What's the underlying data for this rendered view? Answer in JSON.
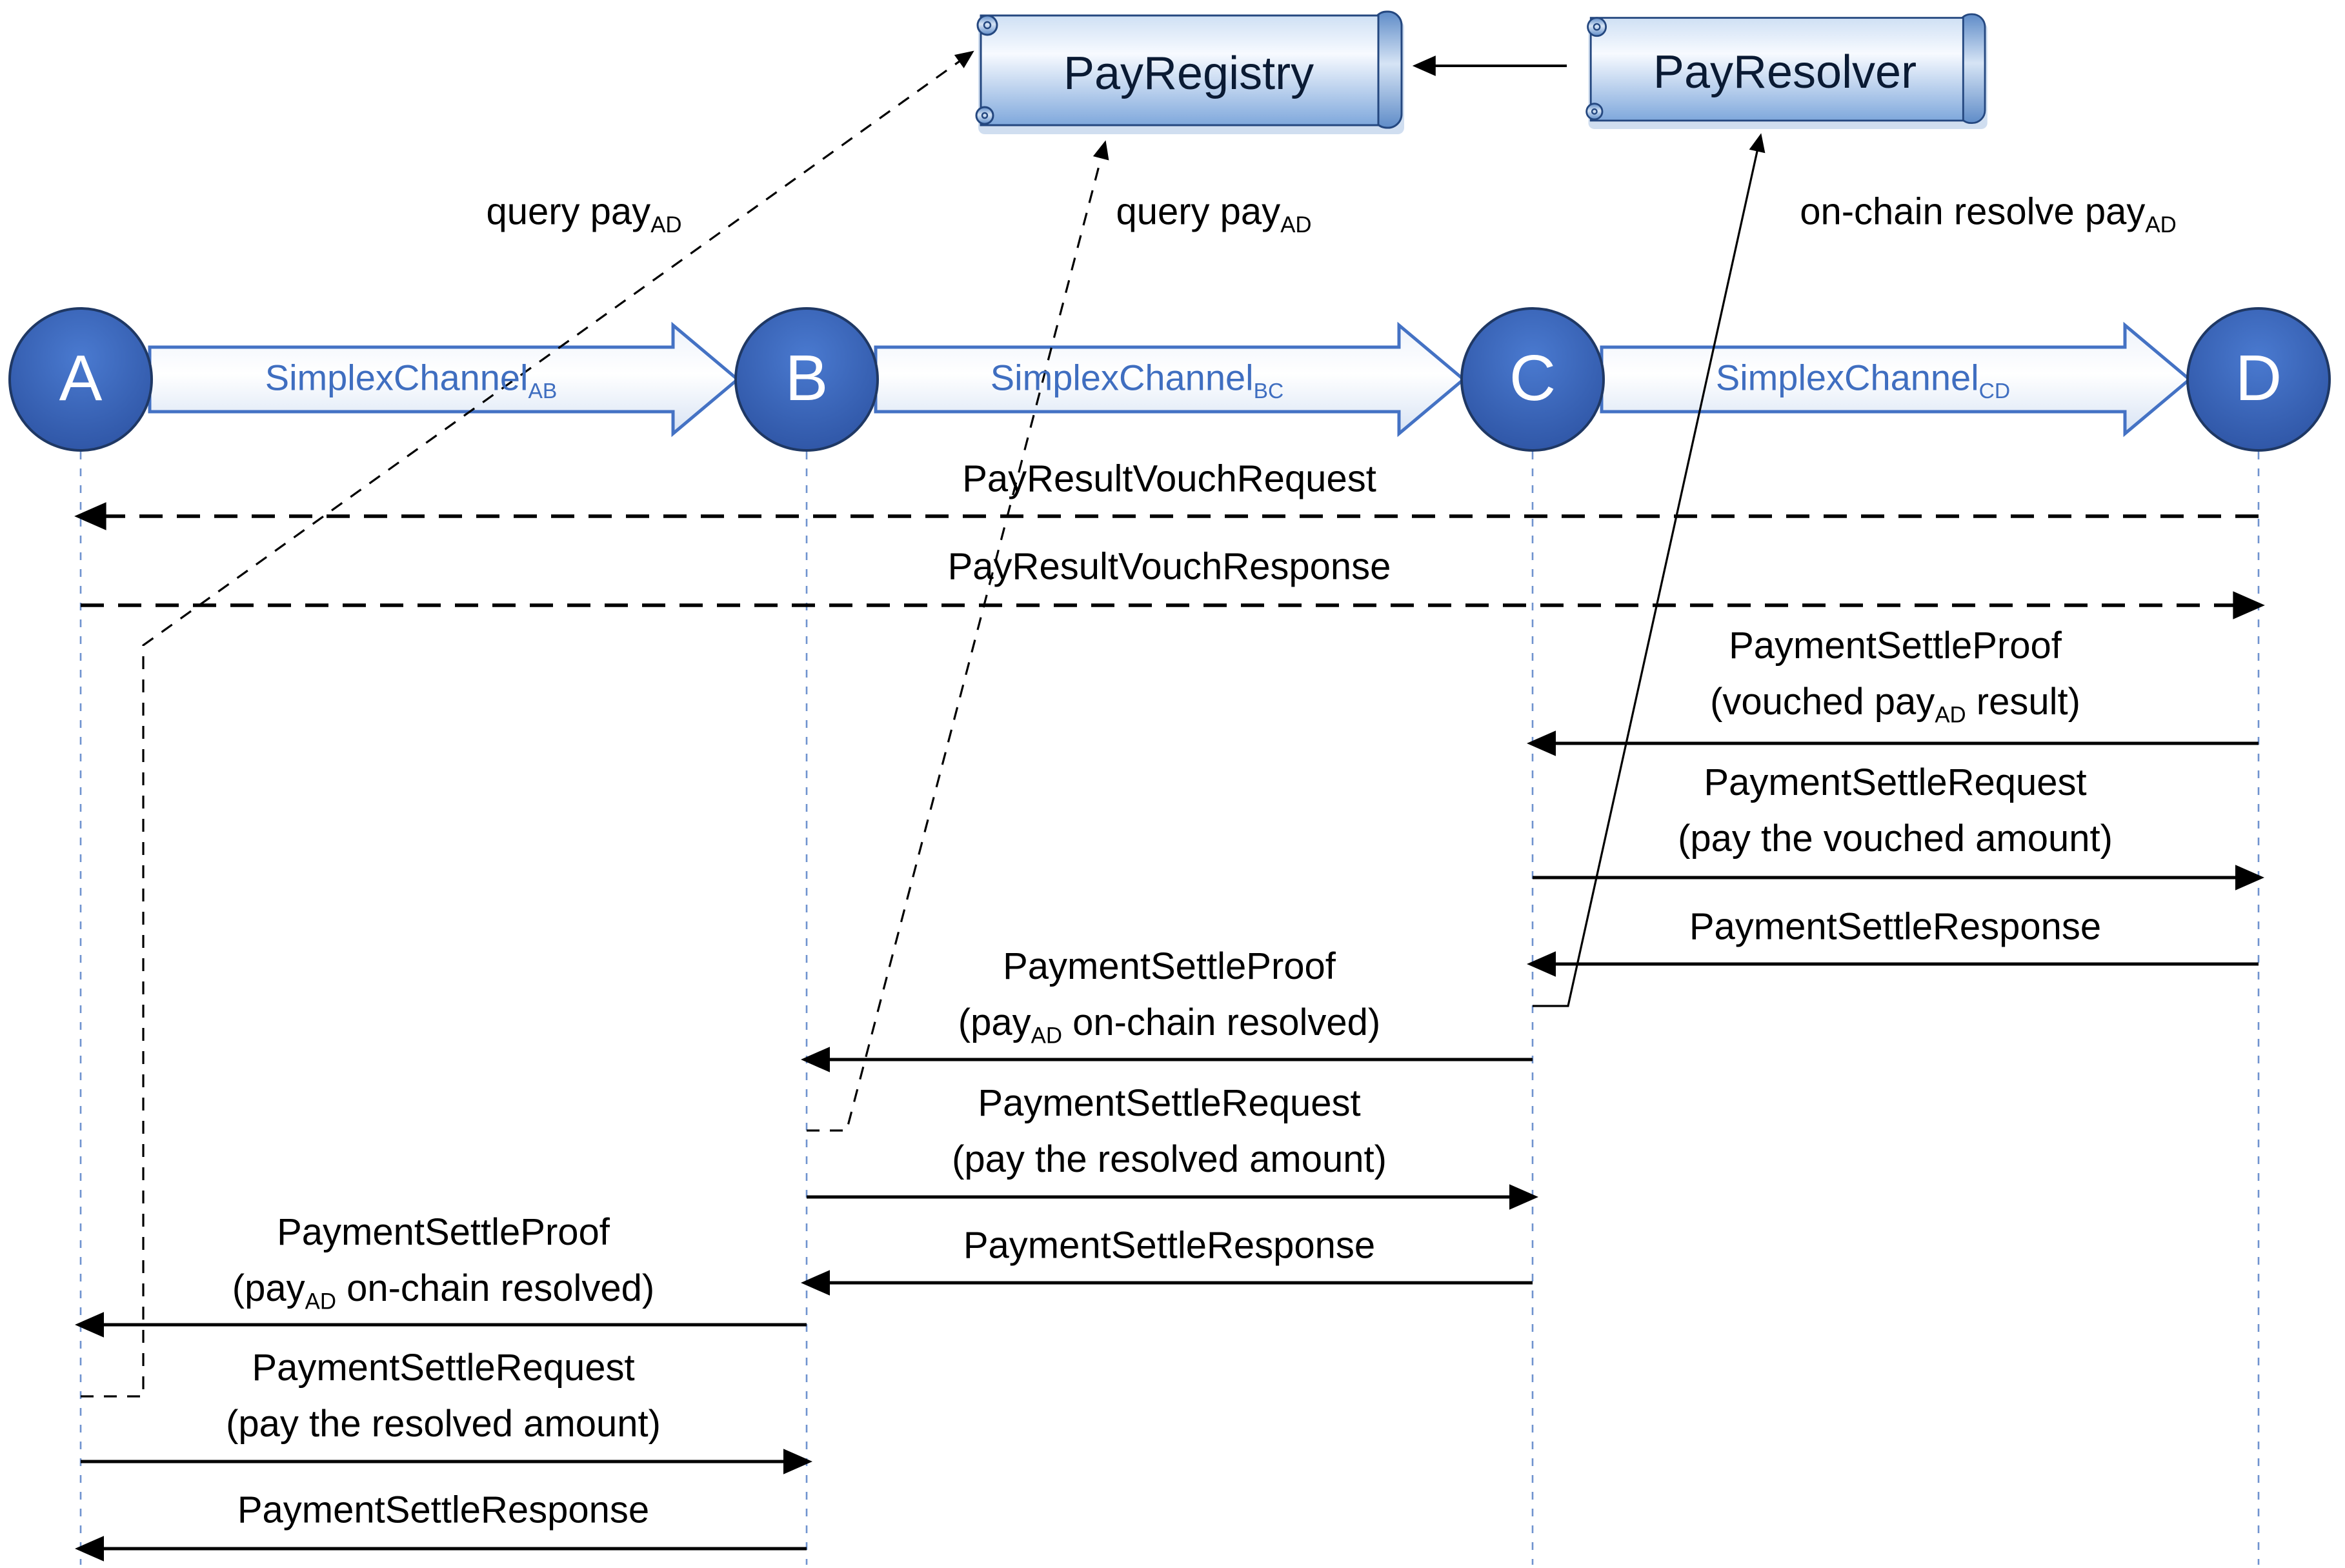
{
  "scrolls": {
    "registry": {
      "title": "PayRegistry"
    },
    "resolver": {
      "title": "PayResolver"
    }
  },
  "nodes": [
    {
      "label": "A"
    },
    {
      "label": "B"
    },
    {
      "label": "C"
    },
    {
      "label": "D"
    }
  ],
  "channels": [
    {
      "name": "SimplexChannel",
      "sub": "AB"
    },
    {
      "name": "SimplexChannel",
      "sub": "BC"
    },
    {
      "name": "SimplexChannel",
      "sub": "CD"
    }
  ],
  "queries": {
    "query_from_a": {
      "text": "query pay",
      "sub": "AD"
    },
    "query_from_b": {
      "text": "query pay",
      "sub": "AD"
    },
    "resolve_from_c": {
      "text": "on-chain resolve pay",
      "sub": "AD"
    }
  },
  "messages": {
    "vouch_request": {
      "line1": "PayResultVouchRequest"
    },
    "vouch_response": {
      "line1": "PayResultVouchResponse"
    },
    "settle_proof_d_c": {
      "line1": "PaymentSettleProof",
      "l2_pre": "(vouched pay",
      "l2_sub": "AD",
      "l2_post": " result)"
    },
    "settle_request_c_d": {
      "line1": "PaymentSettleRequest",
      "line2": "(pay the vouched amount)"
    },
    "settle_response_d_c": {
      "line1": "PaymentSettleResponse"
    },
    "settle_proof_c_b": {
      "line1": "PaymentSettleProof",
      "l2_pre": "(pay",
      "l2_sub": "AD",
      "l2_post": " on-chain resolved)"
    },
    "settle_request_b_c": {
      "line1": "PaymentSettleRequest",
      "line2": "(pay the resolved amount)"
    },
    "settle_response_c_b": {
      "line1": "PaymentSettleResponse"
    },
    "settle_proof_b_a": {
      "line1": "PaymentSettleProof",
      "l2_pre": "(pay",
      "l2_sub": "AD",
      "l2_post": " on-chain resolved)"
    },
    "settle_request_a_b": {
      "line1": "PaymentSettleRequest",
      "line2": "(pay the resolved amount)"
    },
    "settle_response_b_a": {
      "line1": "PaymentSettleResponse"
    }
  },
  "colors": {
    "channel_blue": "#4472C4",
    "node_fill": "#2f5ba8",
    "scroll_border": "#24477f",
    "lifeline_blue": "#6f93cf",
    "arrow_black": "#000000"
  }
}
